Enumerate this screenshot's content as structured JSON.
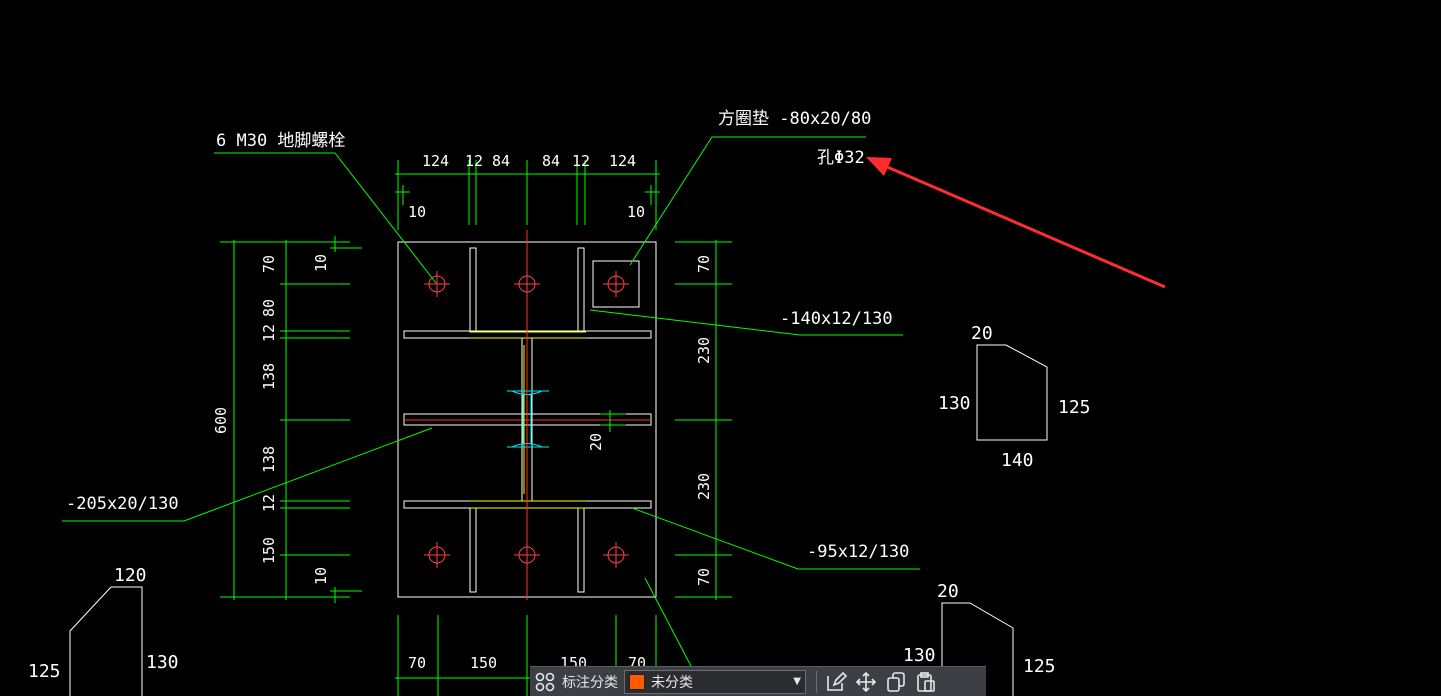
{
  "colors": {
    "background": "#000000",
    "geometry": "#ffffff",
    "dimension": "#00ff00",
    "text": "#ffffff",
    "centerline": "#ff3030",
    "weld": "#ffff00",
    "bolt": "#ff4040",
    "section": "#00e5ff",
    "arrow": "#ff2d2d",
    "toolbar_bg": "#3c3f44",
    "category_swatch": "#ff5a00"
  },
  "drawing": {
    "annotations": {
      "anchor_bolts": "6 M30  地脚螺栓",
      "square_washer": "方圈垫 -80x20/80",
      "hole": "孔Φ32",
      "stiffener_top": "-140x12/130",
      "stiffener_bottom": "-95x12/130",
      "base_plate_rib": "-205x20/130"
    },
    "top_dims": {
      "d124a": "124",
      "d12a": "12",
      "d84a": "84",
      "d84b": "84",
      "d12b": "12",
      "d124b": "124",
      "d10a": "10",
      "d10b": "10"
    },
    "left_dims": {
      "d70": "70",
      "d80": "80",
      "d12a": "12",
      "d138a": "138",
      "d138b": "138",
      "d12b": "12",
      "d150": "150",
      "total": "600",
      "d10a": "10",
      "d10b": "10"
    },
    "right_dims": {
      "d70a": "70",
      "d230a": "230",
      "d230b": "230",
      "d70b": "70"
    },
    "inner_dim": "20",
    "bottom_dims": {
      "d70a": "70",
      "d150a": "150",
      "d150b": "150",
      "d70b": "70"
    },
    "detail_right": {
      "top": "20",
      "left": "130",
      "right": "125",
      "bottom": "140"
    },
    "detail_bottom_left": {
      "top": "120",
      "left": "125",
      "right": "130"
    },
    "detail_bottom_right": {
      "top": "20",
      "left": "130",
      "right": "125"
    }
  },
  "toolbar": {
    "label": "标注分类",
    "category": "未分类",
    "icons": [
      "grid-icon",
      "edit-icon",
      "move-icon",
      "copy-icon",
      "paste-icon"
    ]
  }
}
